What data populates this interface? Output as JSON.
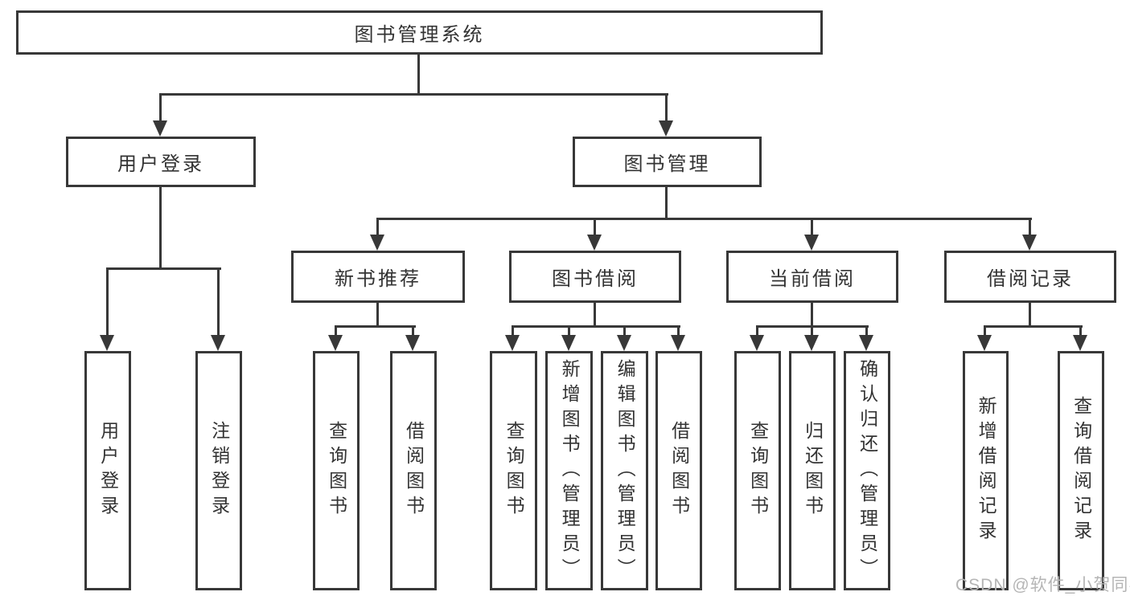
{
  "diagram": {
    "root": {
      "label": "图书管理系统"
    },
    "level2": [
      {
        "label": "用户登录"
      },
      {
        "label": "图书管理"
      }
    ],
    "level3": [
      {
        "label": "新书推荐"
      },
      {
        "label": "图书借阅"
      },
      {
        "label": "当前借阅"
      },
      {
        "label": "借阅记录"
      }
    ],
    "leaves": [
      {
        "label": "用户登录"
      },
      {
        "label": "注销登录"
      },
      {
        "label": "查询图书"
      },
      {
        "label": "借阅图书"
      },
      {
        "label": "查询图书"
      },
      {
        "label": "新增图书（管理员）"
      },
      {
        "label": "编辑图书（管理员）"
      },
      {
        "label": "借阅图书"
      },
      {
        "label": "查询图书"
      },
      {
        "label": "归还图书"
      },
      {
        "label": "确认归还（管理员）"
      },
      {
        "label": "新增借阅记录"
      },
      {
        "label": "查询借阅记录"
      }
    ],
    "colors": {
      "line": "#383838",
      "text": "#333333",
      "background": "#ffffff",
      "watermark": "#b5b5b5"
    }
  },
  "watermark": {
    "text": "CSDN @软件_小贺同学"
  }
}
